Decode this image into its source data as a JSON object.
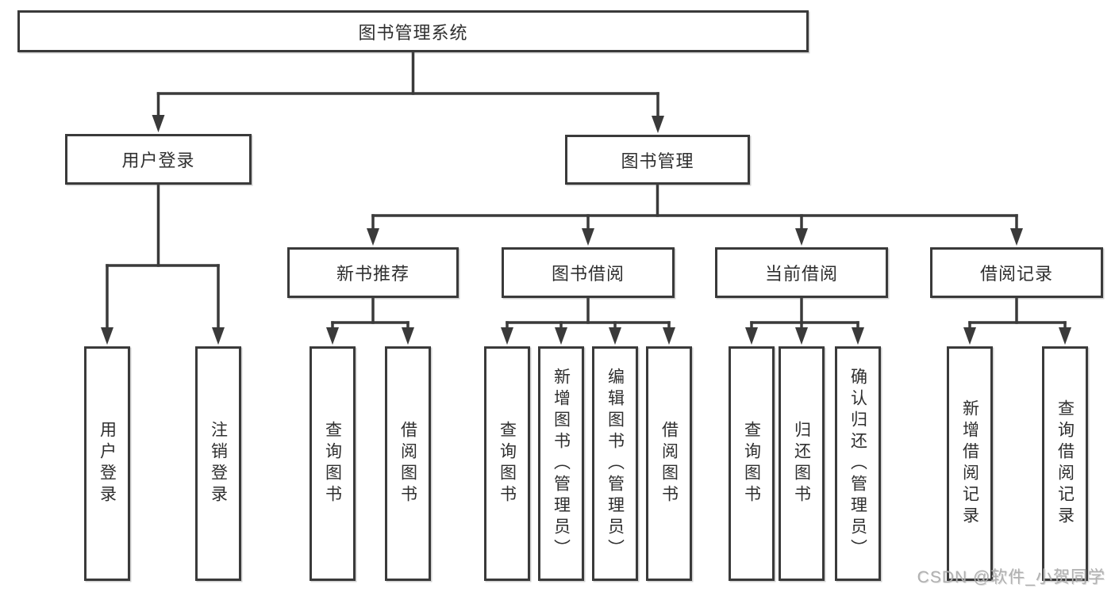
{
  "diagram": {
    "type": "hierarchy-tree",
    "root": {
      "id": "library-system",
      "label": "图书管理系统"
    },
    "level2": [
      {
        "id": "user-login",
        "label": "用户登录",
        "parent": "library-system"
      },
      {
        "id": "book-management",
        "label": "图书管理",
        "parent": "library-system"
      }
    ],
    "level3": [
      {
        "id": "new-book-recommend",
        "label": "新书推荐",
        "parent": "book-management"
      },
      {
        "id": "book-borrow",
        "label": "图书借阅",
        "parent": "book-management"
      },
      {
        "id": "current-borrow",
        "label": "当前借阅",
        "parent": "book-management"
      },
      {
        "id": "borrow-records",
        "label": "借阅记录",
        "parent": "book-management"
      }
    ],
    "leaves": [
      {
        "parent": "user-login",
        "label": "用户登录"
      },
      {
        "parent": "user-login",
        "label": "注销登录"
      },
      {
        "parent": "new-book-recommend",
        "label": "查询图书"
      },
      {
        "parent": "new-book-recommend",
        "label": "借阅图书"
      },
      {
        "parent": "book-borrow",
        "label": "查询图书"
      },
      {
        "parent": "book-borrow",
        "label": "新增图书（管理员）"
      },
      {
        "parent": "book-borrow",
        "label": "编辑图书（管理员）"
      },
      {
        "parent": "book-borrow",
        "label": "借阅图书"
      },
      {
        "parent": "current-borrow",
        "label": "查询图书"
      },
      {
        "parent": "current-borrow",
        "label": "归还图书"
      },
      {
        "parent": "current-borrow",
        "label": "确认归还（管理员）"
      },
      {
        "parent": "borrow-records",
        "label": "新增借阅记录"
      },
      {
        "parent": "borrow-records",
        "label": "查询借阅记录"
      }
    ]
  },
  "watermark": {
    "text": "CSDN @软件_小贺同学"
  },
  "colors": {
    "line": "#3a3a3a",
    "box_border": "#3a3a3a",
    "text": "#2f2f2f",
    "background": "#ffffff",
    "watermark": "#b0b0b0"
  }
}
